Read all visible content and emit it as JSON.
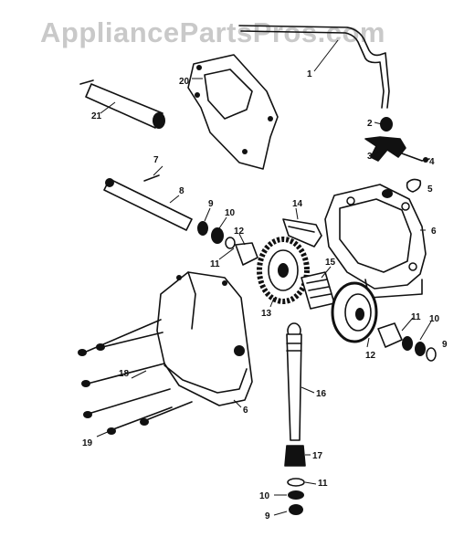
{
  "watermark": "AppliancePartsPros.com",
  "callouts": {
    "c1": "1",
    "c2": "2",
    "c3": "3",
    "c4": "4",
    "c5": "5",
    "c6a": "6",
    "c6b": "6",
    "c7": "7",
    "c8": "8",
    "c9a": "9",
    "c9b": "9",
    "c9c": "9",
    "c10a": "10",
    "c10b": "10",
    "c10c": "10",
    "c11a": "11",
    "c11b": "11",
    "c11c": "11",
    "c12a": "12",
    "c12b": "12",
    "c13": "13",
    "c14": "14",
    "c15": "15",
    "c16": "16",
    "c17": "17",
    "c18": "18",
    "c19": "19",
    "c20": "20",
    "c21": "21"
  }
}
